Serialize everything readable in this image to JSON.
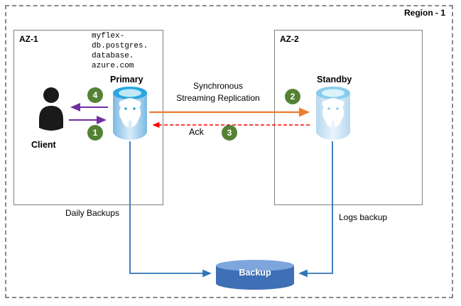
{
  "region": {
    "label": "Region - 1"
  },
  "zones": {
    "az1": {
      "label": "AZ-1"
    },
    "az2": {
      "label": "AZ-2"
    }
  },
  "nodes": {
    "client": {
      "label": "Client"
    },
    "primary": {
      "label": "Primary",
      "hostname": "myflex-\ndb.postgres.\ndatabase.\nazure.com"
    },
    "standby": {
      "label": "Standby"
    },
    "backup": {
      "label": "Backup"
    }
  },
  "flows": {
    "replication": {
      "label": "Synchronous\nStreaming Replication"
    },
    "ack": {
      "label": "Ack"
    },
    "daily_backups": {
      "label": "Daily Backups"
    },
    "logs_backup": {
      "label": "Logs backup"
    }
  },
  "steps": {
    "s1": "1",
    "s2": "2",
    "s3": "3",
    "s4": "4"
  },
  "colors": {
    "badge_green": "#548235",
    "client_arrow_purple": "#7030A0",
    "replication_orange": "#ED7D31",
    "ack_red": "#FF0000",
    "backup_line_blue": "#2E75B6",
    "backup_cylinder_blue": "#3F6FB5",
    "postgres_icon_blue": "#2AA6DE"
  }
}
